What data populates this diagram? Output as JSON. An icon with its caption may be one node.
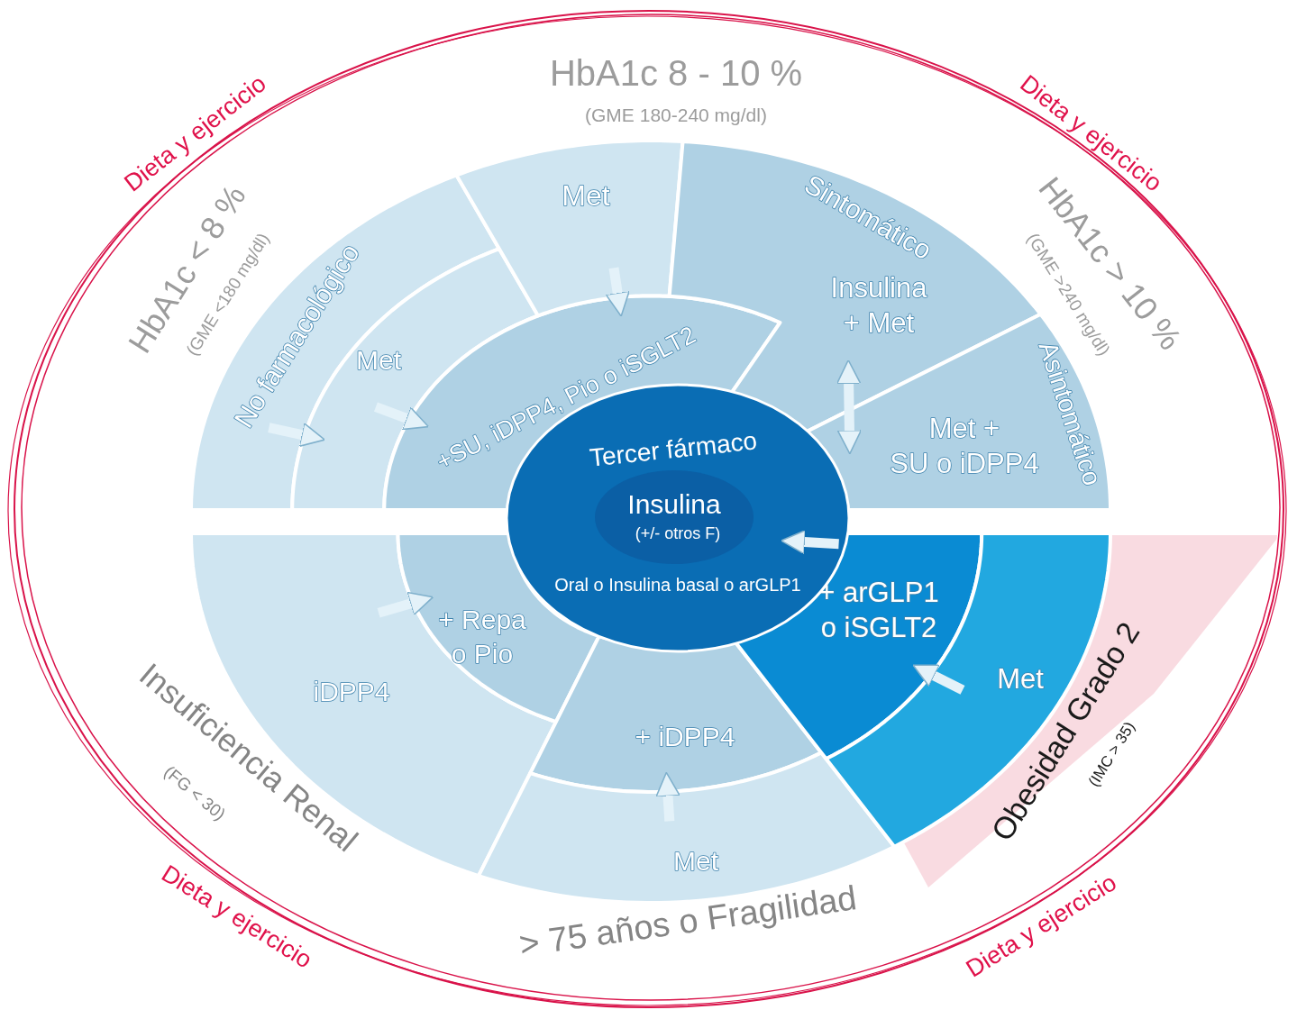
{
  "diagram": {
    "nodes": [
      {
        "text": [
          "Dieta y ejercicio",
          "Dieta y ejercicio",
          "Dieta y ejercicio",
          "Dieta y ejercicio"
        ]
      },
      {
        "text": [
          "No farmacológico"
        ],
        "in": 0
      },
      {
        "text": [
          "Met"
        ],
        "in": 0
      },
      {
        "text": [
          "+SU, iDPP4, Pio o iSGLT2"
        ],
        "in": 0
      },
      {
        "text": [
          "Met"
        ],
        "in": 0
      },
      {
        "text": [
          "Sintomático",
          "Insulina + Met"
        ],
        "in": 0
      },
      {
        "text": [
          "Asintomático",
          "Met + SU o iDPP4"
        ],
        "in": 0
      },
      {
        "text": [
          "Tercer fármaco",
          "Oral o Insulina basal o arGLP1"
        ],
        "in": 0
      },
      {
        "text": [
          "Insulina",
          "(+/- otros F)"
        ],
        "in": 7
      },
      {
        "text": [
          "iDPP4"
        ],
        "in": 0
      },
      {
        "text": [
          "+ Repa o Pio"
        ],
        "in": 0
      },
      {
        "text": [
          "+ iDPP4"
        ],
        "in": 0
      },
      {
        "text": [
          "Met"
        ],
        "in": 0
      },
      {
        "text": [
          "Obesidad Grado 2",
          "(IMC > 35)"
        ],
        "in": 0
      },
      {
        "text": [
          "+ arGLP1 o iSGLT2"
        ],
        "in": 0
      },
      {
        "text": [
          "Met"
        ],
        "in": 0
      }
    ],
    "edges": [
      {
        "from": 1,
        "to": 2,
        "arrow": "to"
      },
      {
        "from": 2,
        "to": 3,
        "arrow": "to"
      },
      {
        "from": 4,
        "to": 3,
        "arrow": "to"
      },
      {
        "from": 5,
        "to": 6,
        "arrow": "both"
      },
      {
        "from": 9,
        "to": 10,
        "arrow": "to"
      },
      {
        "from": 12,
        "to": 11,
        "arrow": "to"
      },
      {
        "from": 15,
        "to": 14,
        "arrow": "to"
      },
      {
        "from": 14,
        "to": 7,
        "arrow": "to"
      }
    ],
    "labels": [
      "HbA1c 8 - 10 %",
      "(GME 180-240 mg/dl)",
      "HbA1c < 8 %",
      "(GME <180 mg/dl)",
      "HbA1c > 10 %",
      "(GME >240 mg/dl)",
      "Insuficiencia Renal",
      "(FG < 30)",
      "> 75 años o Fragilidad"
    ]
  }
}
